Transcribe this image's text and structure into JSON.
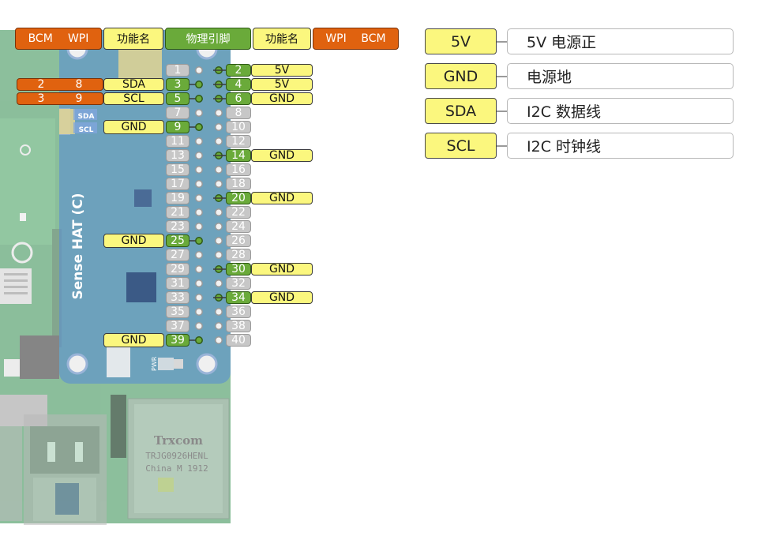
{
  "header": {
    "bcm": "BCM",
    "wpi": "WPI",
    "function": "功能名",
    "physical_pin": "物理引脚"
  },
  "board": {
    "name": "Sense HAT (C)",
    "rj45_brand": "Trxcom",
    "rj45_model": "TRJG0926HENL",
    "rj45_origin": "China M 1912",
    "silk_sda": "SDA",
    "silk_scl": "SCL",
    "silk_pwr": "PWR"
  },
  "pins_left": [
    {
      "pin": "1",
      "used": false
    },
    {
      "pin": "3",
      "used": true,
      "func": "SDA",
      "bcm": "2",
      "wpi": "8"
    },
    {
      "pin": "5",
      "used": true,
      "func": "SCL",
      "bcm": "3",
      "wpi": "9"
    },
    {
      "pin": "7",
      "used": false
    },
    {
      "pin": "9",
      "used": true,
      "func": "GND"
    },
    {
      "pin": "11",
      "used": false
    },
    {
      "pin": "13",
      "used": false
    },
    {
      "pin": "15",
      "used": false
    },
    {
      "pin": "17",
      "used": false
    },
    {
      "pin": "19",
      "used": false
    },
    {
      "pin": "21",
      "used": false
    },
    {
      "pin": "23",
      "used": false
    },
    {
      "pin": "25",
      "used": true,
      "func": "GND"
    },
    {
      "pin": "27",
      "used": false
    },
    {
      "pin": "29",
      "used": false
    },
    {
      "pin": "31",
      "used": false
    },
    {
      "pin": "33",
      "used": false
    },
    {
      "pin": "35",
      "used": false
    },
    {
      "pin": "37",
      "used": false
    },
    {
      "pin": "39",
      "used": true,
      "func": "GND"
    }
  ],
  "pins_right": [
    {
      "pin": "2",
      "used": true,
      "func": "5V"
    },
    {
      "pin": "4",
      "used": true,
      "func": "5V"
    },
    {
      "pin": "6",
      "used": true,
      "func": "GND"
    },
    {
      "pin": "8",
      "used": false
    },
    {
      "pin": "10",
      "used": false
    },
    {
      "pin": "12",
      "used": false
    },
    {
      "pin": "14",
      "used": true,
      "func": "GND"
    },
    {
      "pin": "16",
      "used": false
    },
    {
      "pin": "18",
      "used": false
    },
    {
      "pin": "20",
      "used": true,
      "func": "GND"
    },
    {
      "pin": "22",
      "used": false
    },
    {
      "pin": "24",
      "used": false
    },
    {
      "pin": "26",
      "used": false
    },
    {
      "pin": "28",
      "used": false
    },
    {
      "pin": "30",
      "used": true,
      "func": "GND"
    },
    {
      "pin": "32",
      "used": false
    },
    {
      "pin": "34",
      "used": true,
      "func": "GND"
    },
    {
      "pin": "36",
      "used": false
    },
    {
      "pin": "38",
      "used": false
    },
    {
      "pin": "40",
      "used": false
    }
  ],
  "legend": [
    {
      "key": "5V",
      "desc": "5V 电源正"
    },
    {
      "key": "GND",
      "desc": "电源地"
    },
    {
      "key": "SDA",
      "desc": "I2C 数据线"
    },
    {
      "key": "SCL",
      "desc": "I2C 时钟线"
    }
  ],
  "colors": {
    "bcm_wpi": "#e0620f",
    "function": "#fbf77e",
    "physical_used": "#6aaa3a",
    "physical_unused": "#c7c7c7",
    "hat_board": "#5b8fd0",
    "pi_board": "#2e8a4a"
  }
}
